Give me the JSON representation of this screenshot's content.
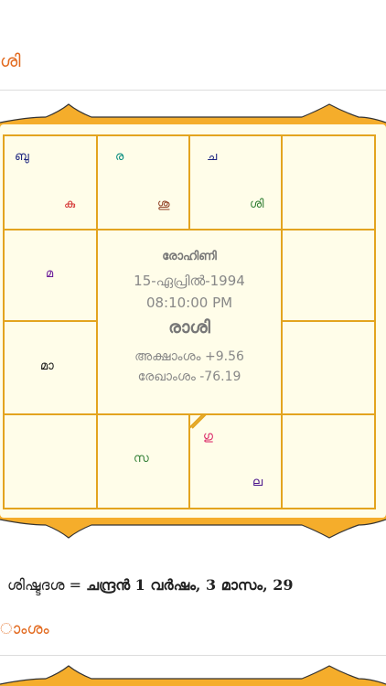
{
  "rasi_heading": "ശി",
  "chart": {
    "cells": {
      "c1": [
        "ബു",
        "കു"
      ],
      "c2": [
        "ര",
        "ശു"
      ],
      "c3": [
        "ച",
        "ശി"
      ],
      "c5": [
        "മ"
      ],
      "c7": [
        "മാ"
      ],
      "c10": [
        "സ"
      ],
      "c11": [
        "ഗു",
        "ല"
      ]
    },
    "center": {
      "nakshatra": "രോഹിണി",
      "date": "15-ഏപ്രിൽ-1994",
      "time": "08:10:00 PM",
      "chart_name": "രാശി",
      "latitude": "അക്ഷാംശം +9.56",
      "longitude": "രേഖാംശം -76.19"
    }
  },
  "dasa": {
    "label": "ശിഷ്ടദശ =",
    "value": "ചന്ദ്രൻ 1 വർഷം, 3 മാസം, 29"
  },
  "navamsa_heading": "ാംശം",
  "colors": {
    "heading": "#e26a1f",
    "frame_orange": "#f5ad2b",
    "chart_bg": "#fffde9",
    "grid_line": "#e3a41f"
  }
}
